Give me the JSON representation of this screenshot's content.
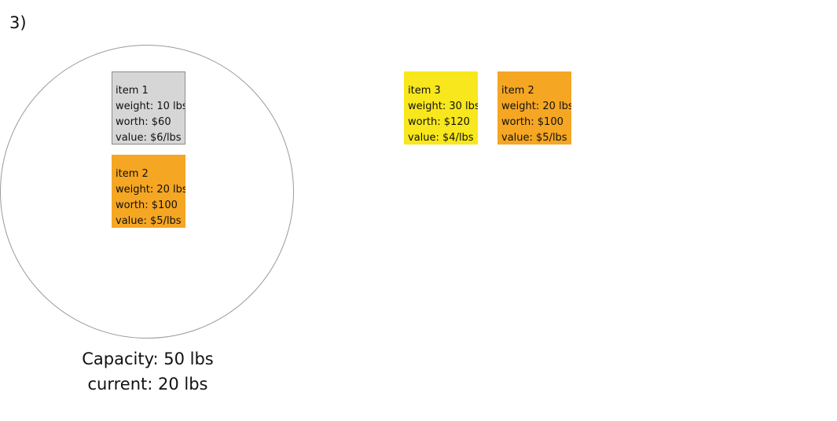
{
  "step_label": "3)",
  "colors": {
    "item1": "#d6d6d6",
    "item2": "#f5a623",
    "item3": "#f8e71c",
    "knapsack_outline": "#9a9a9a"
  },
  "knapsack": {
    "items": [
      {
        "name": "item 1",
        "weight": "weight: 10 lbs",
        "worth": "worth: $60",
        "value": "value: $6/lbs",
        "color": "#d6d6d6"
      },
      {
        "name": "item 2",
        "weight": "weight: 20 lbs",
        "worth": "worth: $100",
        "value": "value: $5/lbs",
        "color": "#f5a623"
      }
    ],
    "capacity": "Capacity: 50 lbs",
    "current": "current: 20 lbs"
  },
  "pool": {
    "items": [
      {
        "name": "item 3",
        "weight": "weight: 30 lbs",
        "worth": "worth: $120",
        "value": "value: $4/lbs",
        "color": "#f8e71c"
      },
      {
        "name": "item 2",
        "weight": "weight: 20 lbs",
        "worth": "worth: $100",
        "value": "value: $5/lbs",
        "color": "#f5a623"
      }
    ]
  }
}
